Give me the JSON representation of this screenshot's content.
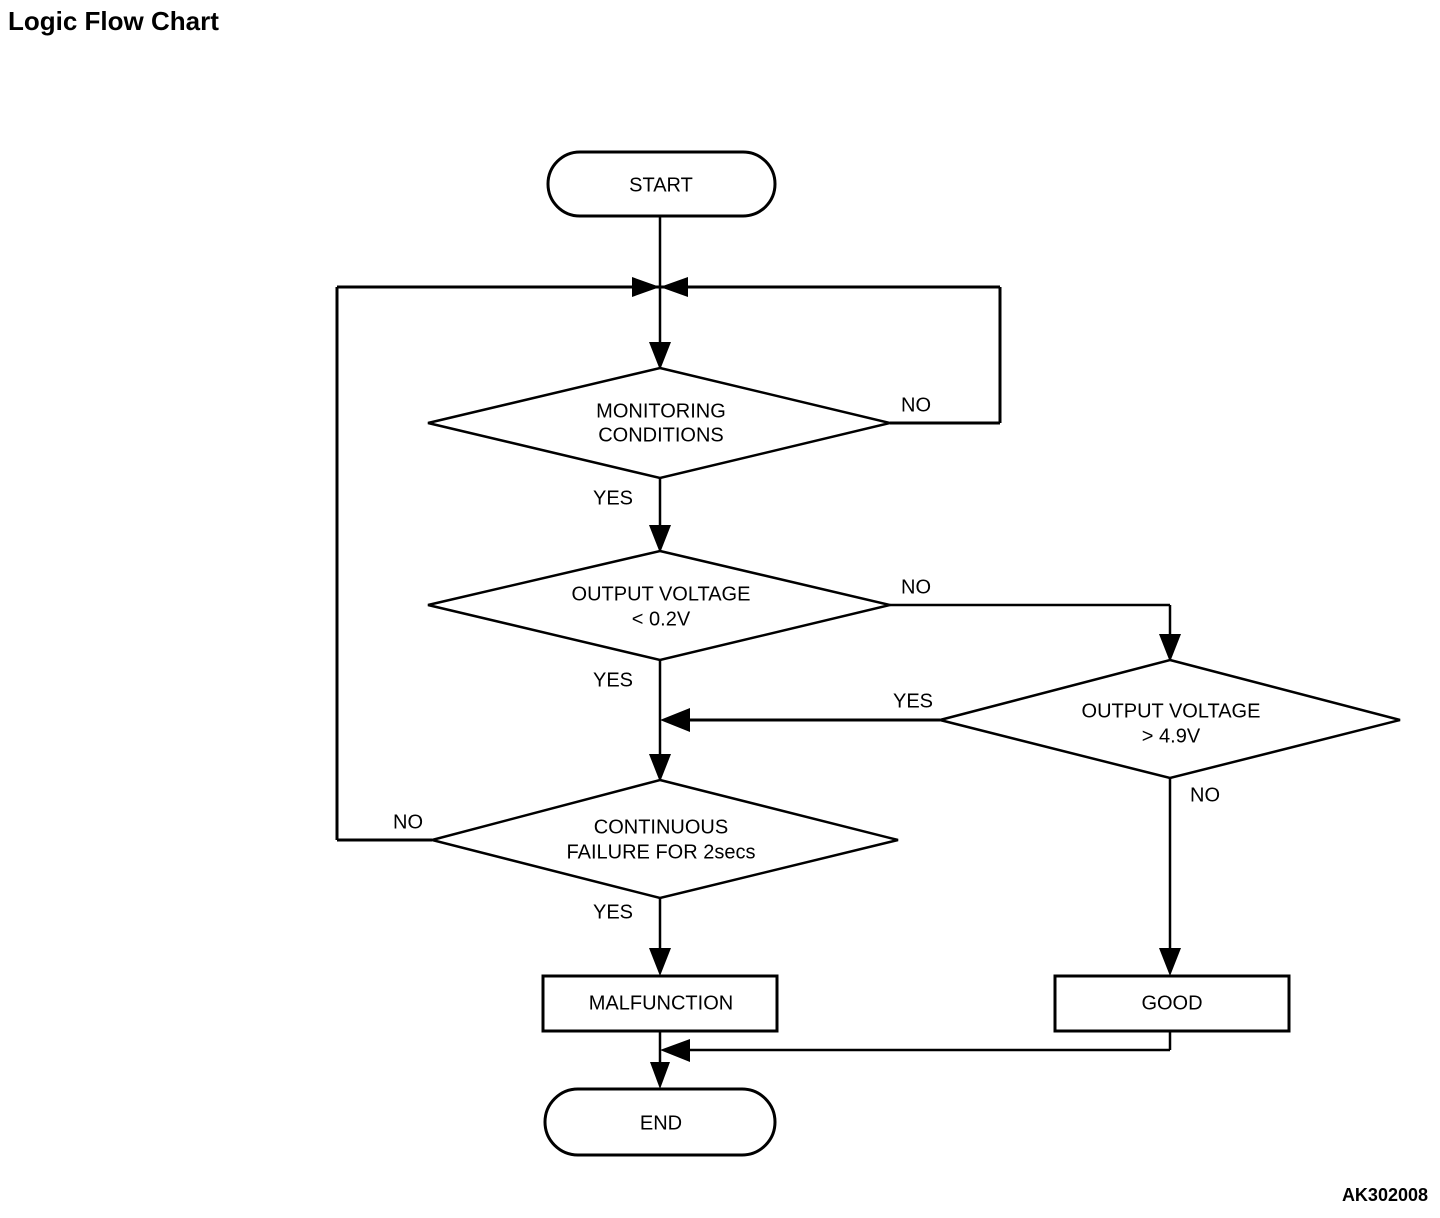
{
  "page": {
    "title": "Logic Flow Chart",
    "reference_code": "AK302008",
    "background_color": "#ffffff",
    "line_color": "#000000"
  },
  "chart_data": {
    "type": "diagram",
    "diagram_kind": "flowchart",
    "title": "Logic Flow Chart",
    "nodes": [
      {
        "id": "start",
        "shape": "terminator",
        "label": "START"
      },
      {
        "id": "monitoring",
        "shape": "decision",
        "label_line1": "MONITORING",
        "label_line2": "CONDITIONS"
      },
      {
        "id": "voltage_low",
        "shape": "decision",
        "label_line1": "OUTPUT VOLTAGE",
        "label_line2": "< 0.2V"
      },
      {
        "id": "voltage_high",
        "shape": "decision",
        "label_line1": "OUTPUT VOLTAGE",
        "label_line2": "> 4.9V"
      },
      {
        "id": "continuous_failure",
        "shape": "decision",
        "label_line1": "CONTINUOUS",
        "label_line2": "FAILURE FOR 2secs"
      },
      {
        "id": "malfunction",
        "shape": "process",
        "label": "MALFUNCTION"
      },
      {
        "id": "good",
        "shape": "process",
        "label": "GOOD"
      },
      {
        "id": "end",
        "shape": "terminator",
        "label": "END"
      }
    ],
    "edges": [
      {
        "from": "start",
        "to": "monitoring",
        "label": ""
      },
      {
        "from": "monitoring",
        "to": "voltage_low",
        "label": "YES"
      },
      {
        "from": "monitoring",
        "to": "monitoring",
        "label": "NO"
      },
      {
        "from": "voltage_low",
        "to": "continuous_failure",
        "label": "YES"
      },
      {
        "from": "voltage_low",
        "to": "voltage_high",
        "label": "NO"
      },
      {
        "from": "voltage_high",
        "to": "continuous_failure",
        "label": "YES"
      },
      {
        "from": "voltage_high",
        "to": "good",
        "label": "NO"
      },
      {
        "from": "continuous_failure",
        "to": "malfunction",
        "label": "YES"
      },
      {
        "from": "continuous_failure",
        "to": "monitoring",
        "label": "NO"
      },
      {
        "from": "malfunction",
        "to": "end",
        "label": ""
      },
      {
        "from": "good",
        "to": "end",
        "label": ""
      }
    ]
  },
  "nodes": {
    "start": {
      "label": "START"
    },
    "monitoring": {
      "line1": "MONITORING",
      "line2": "CONDITIONS"
    },
    "voltage_low": {
      "line1": "OUTPUT VOLTAGE",
      "line2": "< 0.2V"
    },
    "voltage_high": {
      "line1": "OUTPUT VOLTAGE",
      "line2": "> 4.9V"
    },
    "continuous_failure": {
      "line1": "CONTINUOUS",
      "line2": "FAILURE FOR 2secs"
    },
    "malfunction": {
      "label": "MALFUNCTION"
    },
    "good": {
      "label": "GOOD"
    },
    "end": {
      "label": "END"
    }
  },
  "labels": {
    "monitoring_no": "NO",
    "monitoring_yes": "YES",
    "voltage_low_no": "NO",
    "voltage_low_yes": "YES",
    "voltage_high_yes": "YES",
    "voltage_high_no": "NO",
    "failure_no": "NO",
    "failure_yes": "YES"
  }
}
